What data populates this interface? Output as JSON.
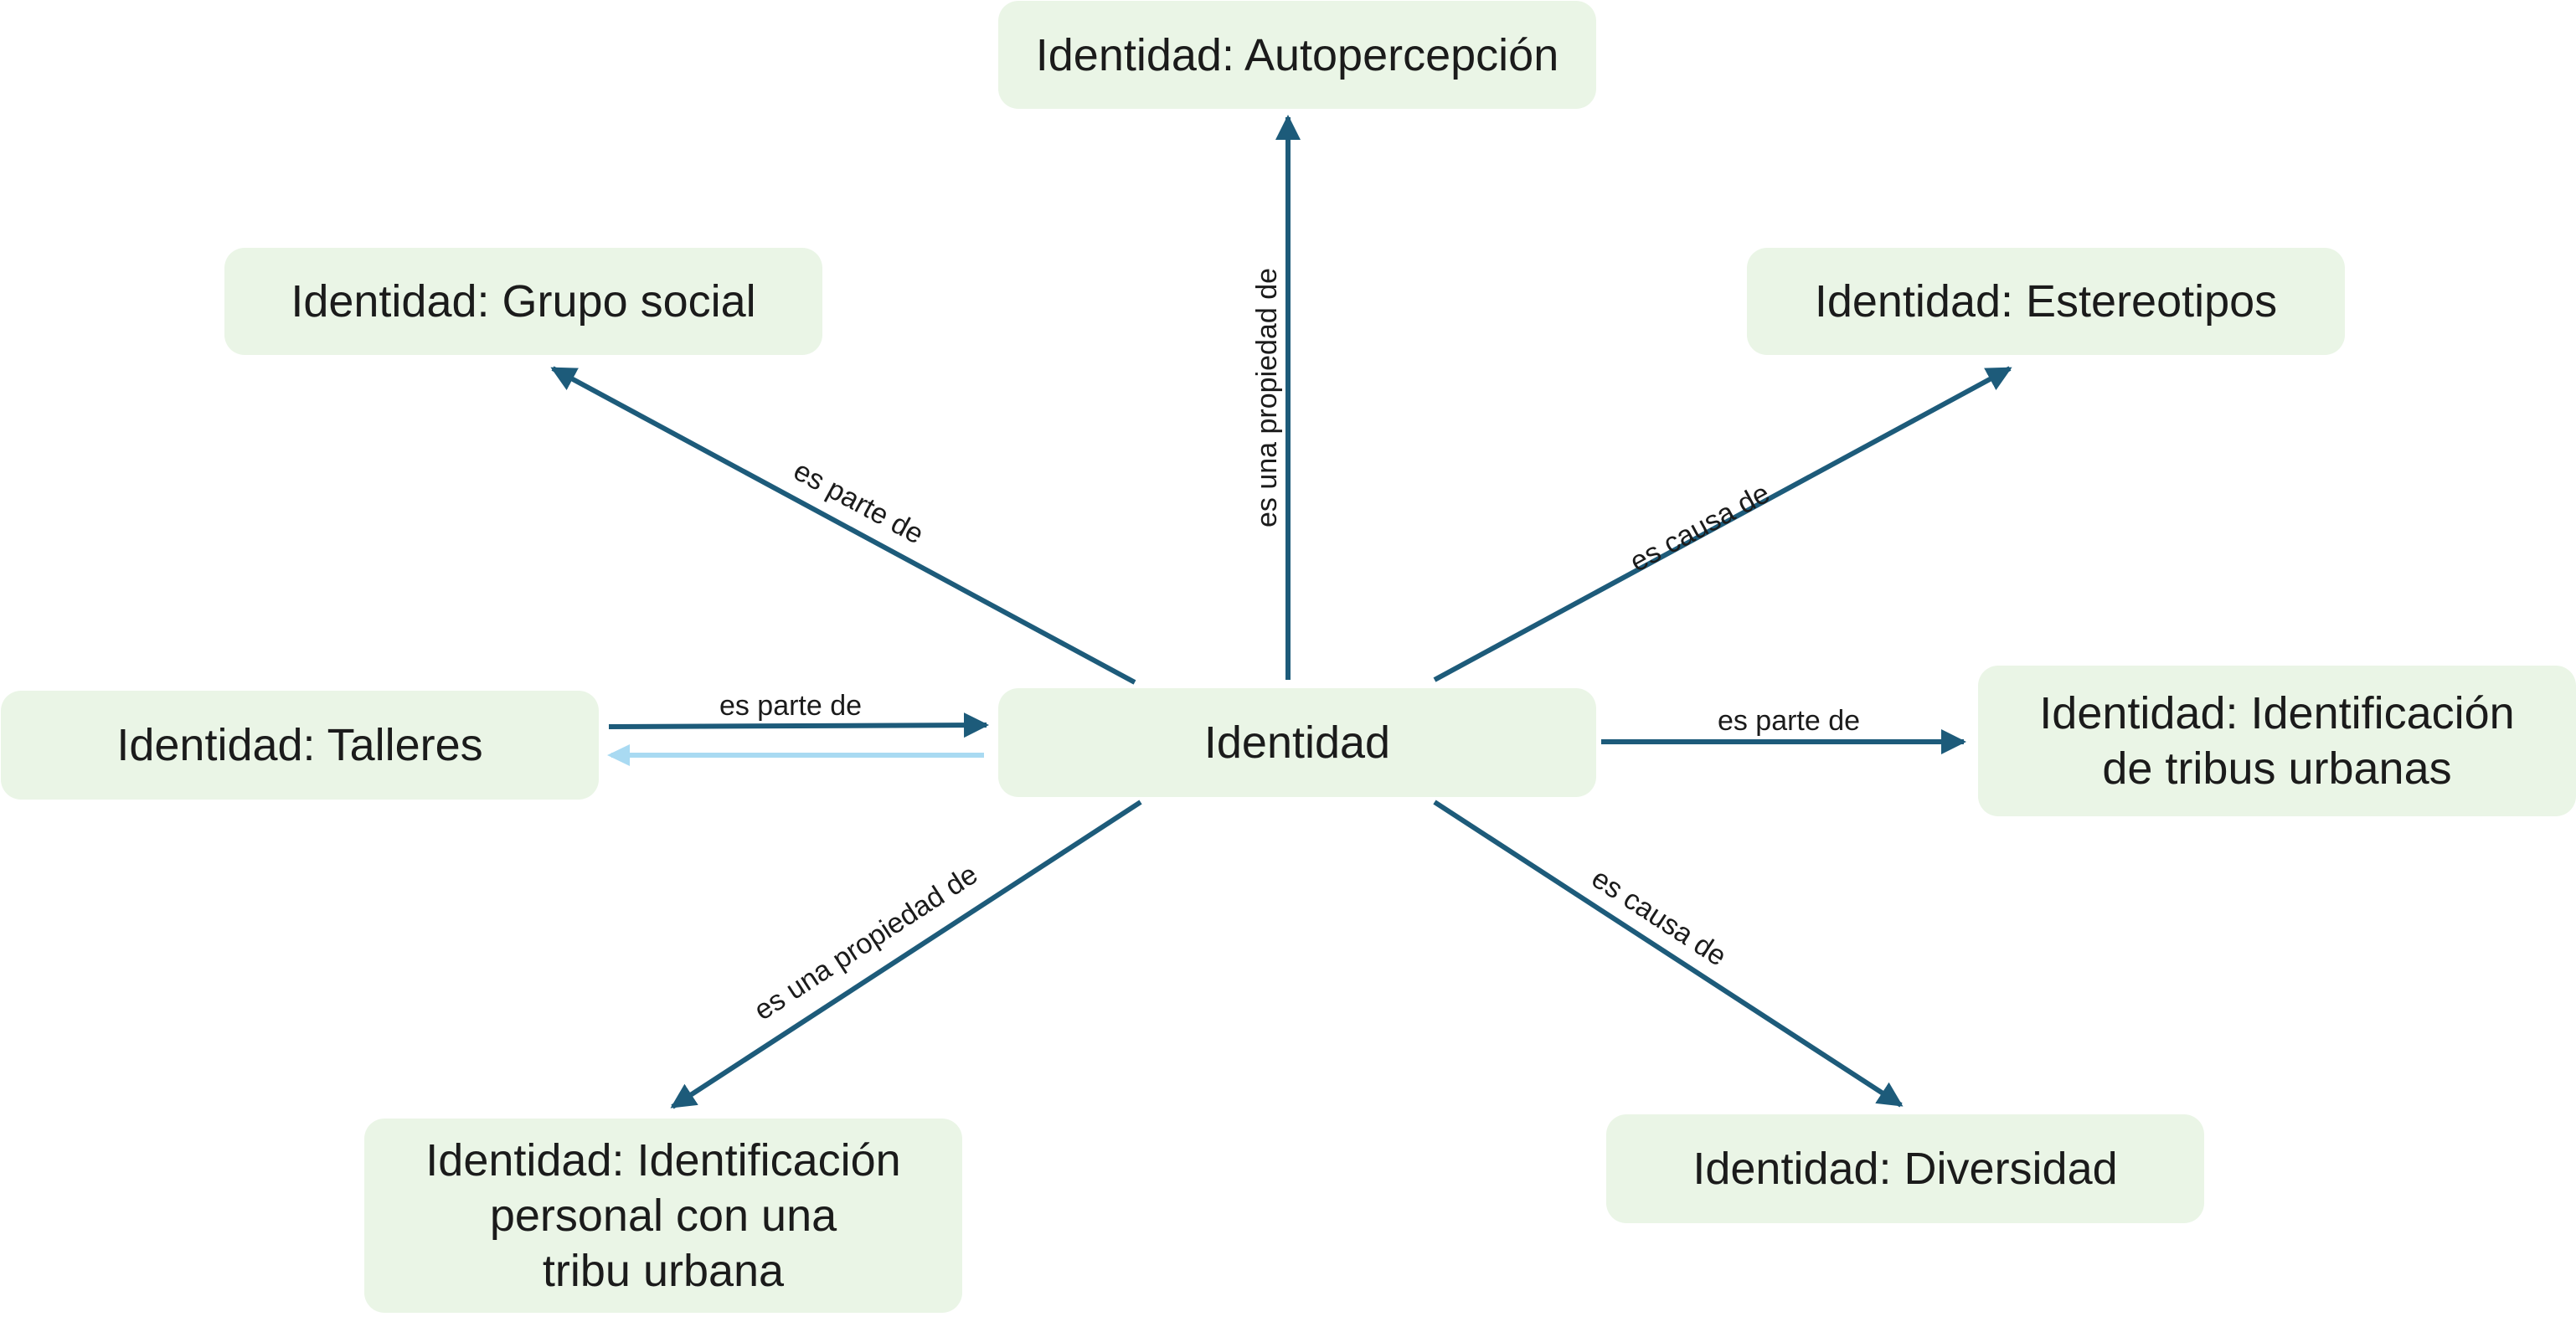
{
  "nodes": {
    "center": {
      "label": "Identidad"
    },
    "autopercepcion": {
      "label": "Identidad: Autopercepción"
    },
    "grupo_social": {
      "label": "Identidad: Grupo social"
    },
    "estereotipos": {
      "label": "Identidad: Estereotipos"
    },
    "talleres": {
      "label": "Identidad: Talleres"
    },
    "tribus_urbanas": {
      "lines": [
        "Identidad: Identificación",
        "de tribus urbanas"
      ]
    },
    "identificacion_personal": {
      "lines": [
        "Identidad: Identificación",
        "personal con una",
        "tribu urbana"
      ]
    },
    "diversidad": {
      "label": "Identidad: Diversidad"
    }
  },
  "edges": {
    "to_autopercepcion": {
      "label": "es una propiedad de"
    },
    "to_grupo_social": {
      "label": "es parte de"
    },
    "to_estereotipos": {
      "label": "es causa de"
    },
    "talleres_to_center": {
      "label": "es parte de"
    },
    "to_tribus_urbanas": {
      "label": "es parte de"
    },
    "to_identificacion_personal": {
      "label": "es una propiedad de"
    },
    "to_diversidad": {
      "label": "es causa de"
    }
  },
  "colors": {
    "arrow": "#1d5b7a",
    "arrow_light": "#a9daf2",
    "node_fill": "#eaf5e6"
  }
}
